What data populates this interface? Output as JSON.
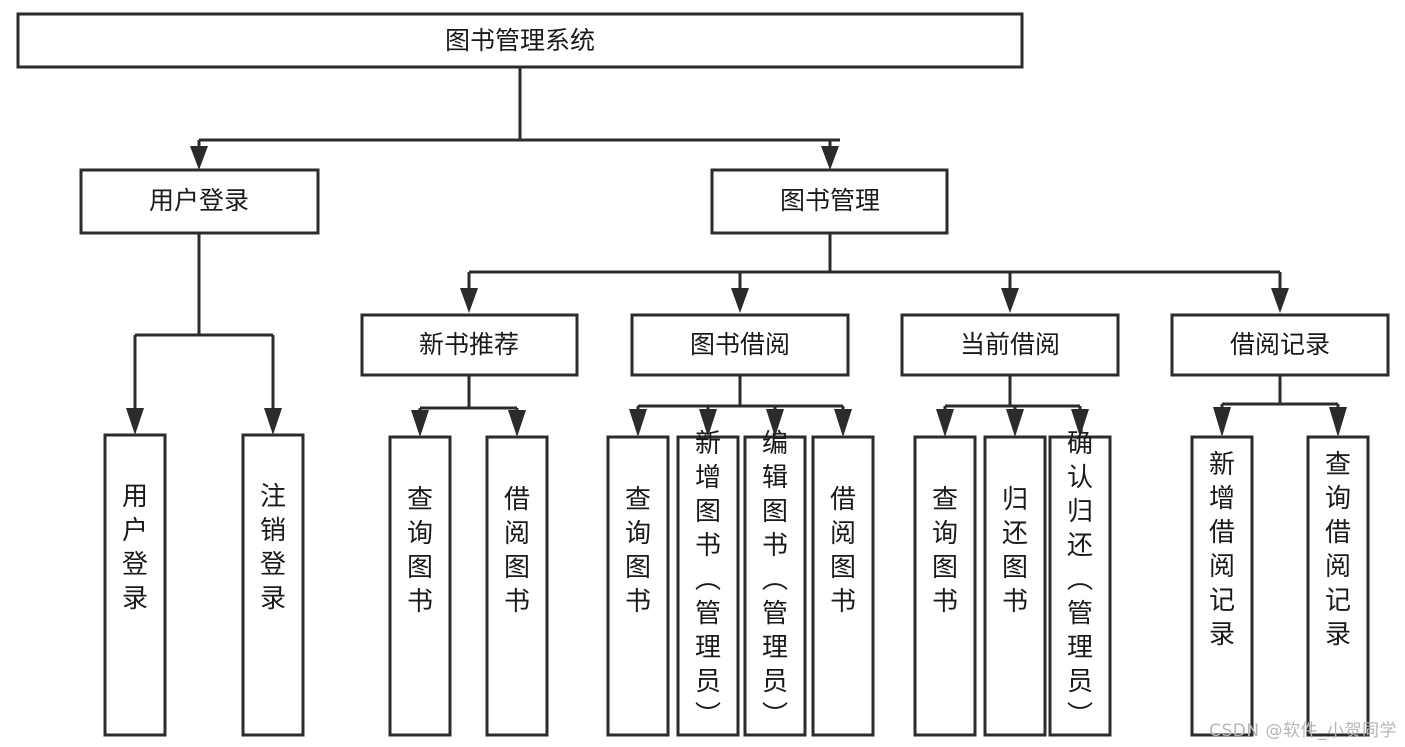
{
  "diagram": {
    "type": "tree-hierarchy-chart",
    "title": "图书管理系统",
    "colors": {
      "box_stroke": "#2b2b2b",
      "box_fill": "#ffffff",
      "connector": "#2b2b2b",
      "text": "#1a1a1a",
      "background": "#ffffff",
      "watermark": "#b6b6b6"
    },
    "levels": {
      "root": {
        "label": "图书管理系统"
      },
      "level2": [
        {
          "id": "user-login",
          "label": "用户登录"
        },
        {
          "id": "book-management",
          "label": "图书管理"
        }
      ],
      "level3": [
        {
          "id": "new-book-recommend",
          "label": "新书推荐",
          "parent": "book-management"
        },
        {
          "id": "book-borrow",
          "label": "图书借阅",
          "parent": "book-management"
        },
        {
          "id": "current-borrow",
          "label": "当前借阅",
          "parent": "book-management"
        },
        {
          "id": "borrow-record",
          "label": "借阅记录",
          "parent": "book-management"
        }
      ],
      "leaves": [
        {
          "id": "leaf-user-login",
          "label": "用户登录",
          "parent": "user-login"
        },
        {
          "id": "leaf-logout-login",
          "label": "注销登录",
          "parent": "user-login"
        },
        {
          "id": "leaf-query-book-1",
          "label": "查询图书",
          "parent": "new-book-recommend"
        },
        {
          "id": "leaf-borrow-book-1",
          "label": "借阅图书",
          "parent": "new-book-recommend"
        },
        {
          "id": "leaf-query-book-2",
          "label": "查询图书",
          "parent": "book-borrow"
        },
        {
          "id": "leaf-add-book",
          "label": "新增图书（管理员）",
          "parent": "book-borrow"
        },
        {
          "id": "leaf-edit-book",
          "label": "编辑图书（管理员）",
          "parent": "book-borrow"
        },
        {
          "id": "leaf-borrow-book-2",
          "label": "借阅图书",
          "parent": "book-borrow"
        },
        {
          "id": "leaf-query-book-3",
          "label": "查询图书",
          "parent": "current-borrow"
        },
        {
          "id": "leaf-return-book",
          "label": "归还图书",
          "parent": "current-borrow"
        },
        {
          "id": "leaf-confirm-return",
          "label": "确认归还（管理员）",
          "parent": "current-borrow"
        },
        {
          "id": "leaf-add-borrow-record",
          "label": "新增借阅记录",
          "parent": "borrow-record"
        },
        {
          "id": "leaf-query-borrow-record",
          "label": "查询借阅记录",
          "parent": "borrow-record"
        }
      ]
    },
    "watermark": "CSDN @软件_小贺同学"
  }
}
